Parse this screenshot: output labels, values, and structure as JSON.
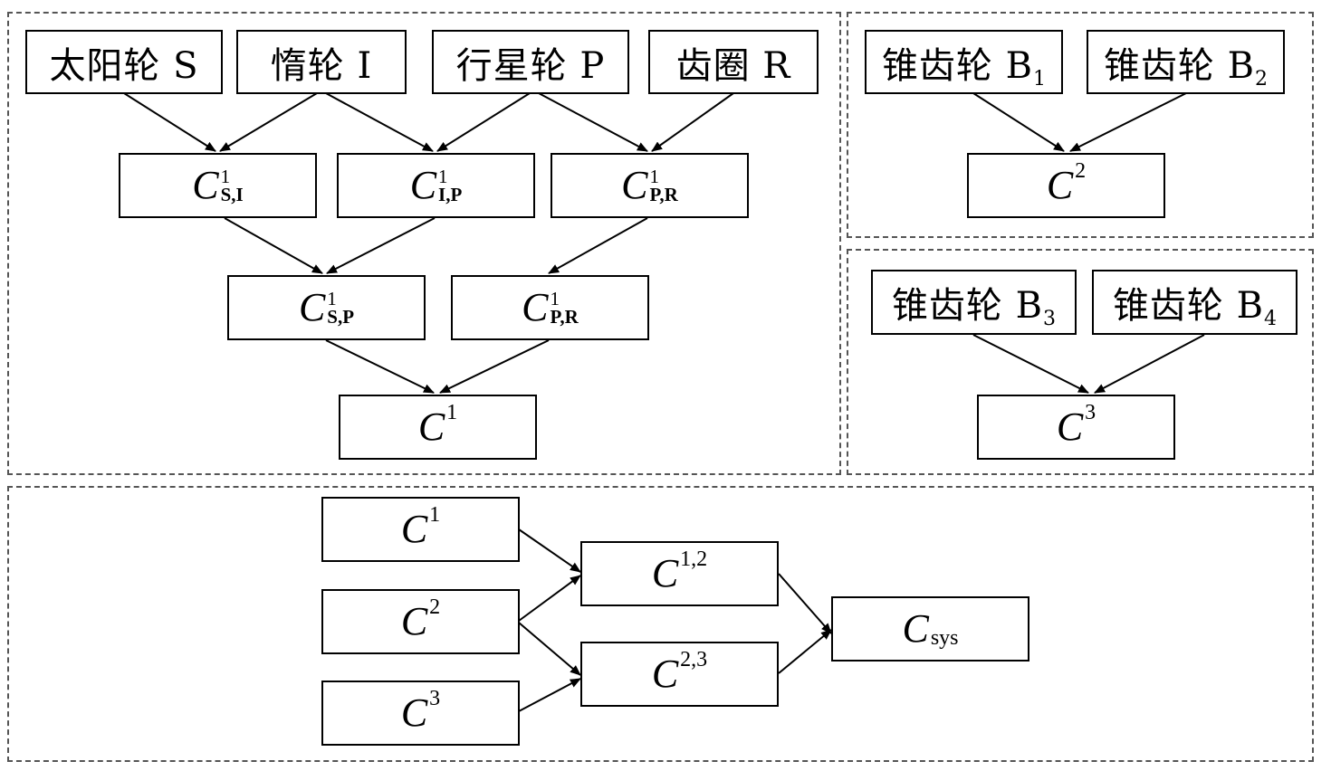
{
  "gears": {
    "sun": "太阳轮 S",
    "idler": "惰轮 I",
    "planet": "行星轮 P",
    "ring": "齿圈 R",
    "b1": {
      "name": "锥齿轮 B",
      "sub": "1"
    },
    "b2": {
      "name": "锥齿轮 B",
      "sub": "2"
    },
    "b3": {
      "name": "锥齿轮 B",
      "sub": "3"
    },
    "b4": {
      "name": "锥齿轮 B",
      "sub": "4"
    }
  },
  "nodes": {
    "c1_si": {
      "base": "C",
      "sup": "1",
      "sub": "S,I"
    },
    "c1_ip": {
      "base": "C",
      "sup": "1",
      "sub": "I,P"
    },
    "c1_pr": {
      "base": "C",
      "sup": "1",
      "sub": "P,R"
    },
    "c1_sp": {
      "base": "C",
      "sup": "1",
      "sub": "S,P"
    },
    "c1_pr2": {
      "base": "C",
      "sup": "1",
      "sub": "P,R"
    },
    "c1": {
      "base": "C",
      "sup": "1"
    },
    "c2": {
      "base": "C",
      "sup": "2"
    },
    "c3": {
      "base": "C",
      "sup": "3"
    },
    "b_c1": {
      "base": "C",
      "sup": "1"
    },
    "b_c2": {
      "base": "C",
      "sup": "2"
    },
    "b_c3": {
      "base": "C",
      "sup": "3"
    },
    "c12": {
      "base": "C",
      "sup": "1,2"
    },
    "c23": {
      "base": "C",
      "sup": "2,3"
    },
    "csys": {
      "base": "C",
      "sub": "sys"
    }
  }
}
